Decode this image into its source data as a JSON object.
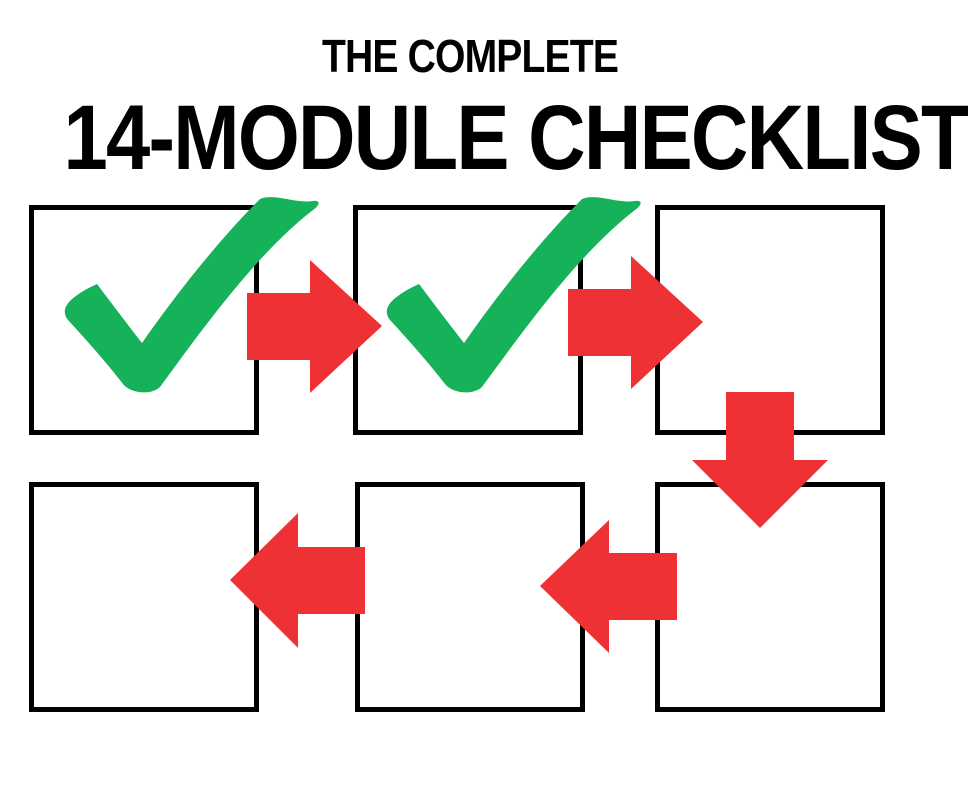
{
  "title": {
    "line1": "THE COMPLETE",
    "line2": "14-MODULE CHECKLIST"
  },
  "colors": {
    "background": "#FFFFFF",
    "title-text": "#000000",
    "box-border": "#000000",
    "check-green": "#16B25A",
    "arrow-red": "#EE3134"
  },
  "modules": [
    {
      "id": 1,
      "row": 1,
      "col": 1,
      "checked": true
    },
    {
      "id": 2,
      "row": 1,
      "col": 2,
      "checked": true
    },
    {
      "id": 3,
      "row": 1,
      "col": 3,
      "checked": false
    },
    {
      "id": 4,
      "row": 2,
      "col": 1,
      "checked": false
    },
    {
      "id": 5,
      "row": 2,
      "col": 2,
      "checked": false
    },
    {
      "id": 6,
      "row": 2,
      "col": 3,
      "checked": false
    }
  ],
  "flow": {
    "sequence": [
      1,
      2,
      3,
      6,
      5,
      4
    ],
    "arrows": [
      {
        "from": 1,
        "to": 2,
        "direction": "right"
      },
      {
        "from": 2,
        "to": 3,
        "direction": "right"
      },
      {
        "from": 3,
        "to": 6,
        "direction": "down"
      },
      {
        "from": 6,
        "to": 5,
        "direction": "left"
      },
      {
        "from": 5,
        "to": 4,
        "direction": "left"
      }
    ]
  }
}
